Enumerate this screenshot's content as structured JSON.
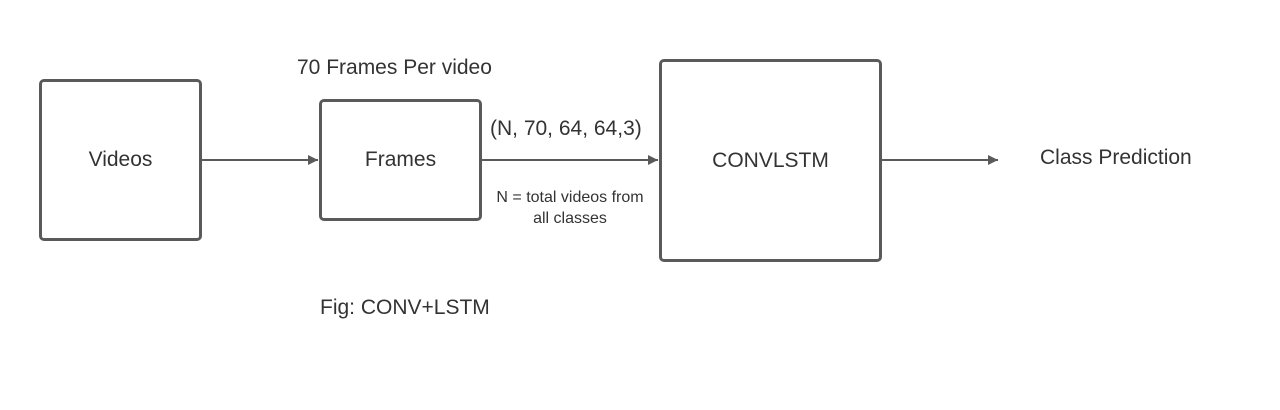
{
  "nodes": {
    "videos": "Videos",
    "frames": "Frames",
    "convlstm": "CONVLSTM",
    "class_prediction": "Class Prediction"
  },
  "annotations": {
    "frames_per_video": "70 Frames Per video",
    "tensor_shape": "(N, 70, 64, 64,3)",
    "n_note_line1": "N = total videos from",
    "n_note_line2": "all classes"
  },
  "caption": "Fig: CONV+LSTM",
  "colors": {
    "box_border": "#5a5a5a",
    "arrow": "#5a5a5a",
    "text": "#333333"
  }
}
